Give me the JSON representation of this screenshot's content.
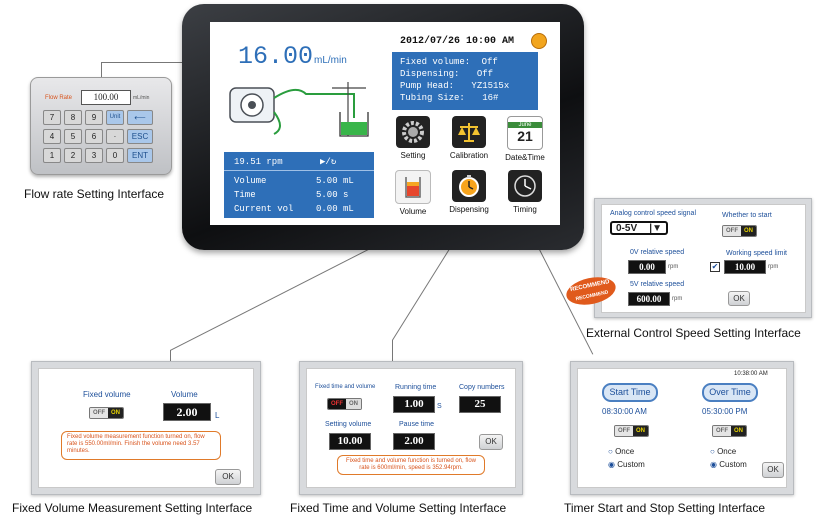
{
  "tablet": {
    "flow_value": "16.00",
    "flow_unit": "mL/min",
    "datetime": "2012/07/26 10:00 AM",
    "status": [
      {
        "label": "Fixed volume:",
        "value": "Off"
      },
      {
        "label": "Dispensing:",
        "value": "Off"
      },
      {
        "label": "Pump Head:",
        "value": "YZ1515x"
      },
      {
        "label": "Tubing Size:",
        "value": "16#"
      }
    ],
    "rpm": "19.51 rpm",
    "direction": "▶/↻",
    "readouts": [
      {
        "label": "Volume",
        "value": "5.00 mL"
      },
      {
        "label": "Time",
        "value": "5.00 s"
      },
      {
        "label": "Current vol",
        "value": "0.00 mL"
      }
    ],
    "icons": [
      {
        "name": "gear-icon",
        "label": "Setting"
      },
      {
        "name": "scale-icon",
        "label": "Calibration"
      },
      {
        "name": "calendar-icon",
        "label": "Date&Time",
        "month": "June",
        "day": "21"
      },
      {
        "name": "beaker-icon",
        "label": "Volume"
      },
      {
        "name": "stopwatch-icon",
        "label": "Dispensing"
      },
      {
        "name": "clock-icon",
        "label": "Timing"
      }
    ]
  },
  "keypad": {
    "field_label": "Flow Rate",
    "field_value": "100.00",
    "field_unit": "mL/min",
    "rows": [
      [
        "7",
        "8",
        "9",
        "Unit"
      ],
      [
        "4",
        "5",
        "6",
        "·",
        "ESC"
      ],
      [
        "1",
        "2",
        "3",
        "0",
        "ENT"
      ]
    ],
    "caption": "Flow rate Setting Interface"
  },
  "external": {
    "signal_label": "Analog control speed signal",
    "signal_value": "0-5V",
    "start_label": "Whether to start",
    "toggle_off": "OFF",
    "toggle_on": "ON",
    "v0_label": "0V relative speed",
    "v0_value": "0.00",
    "limit_label": "Working speed limit",
    "limit_value": "10.00",
    "v5_label": "5V relative speed",
    "v5_value": "600.00",
    "unit": "rpm",
    "ok": "OK",
    "badge_top": "RECOMMEND",
    "badge_bottom": "RECOMMEND",
    "caption": "External Control Speed Setting Interface"
  },
  "fixed_volume": {
    "mode_label": "Fixed volume",
    "volume_label": "Volume",
    "toggle_off": "OFF",
    "toggle_on": "ON",
    "volume_value": "2.00",
    "volume_unit": "L",
    "note": "Fixed volume measurement function turned on, flow rate is 550.00ml/min. Finish the volume need 3.57 minutes.",
    "ok": "OK",
    "caption": "Fixed Volume Measurement Setting Interface"
  },
  "fixed_time": {
    "mode_label": "Fixed time and volume",
    "toggle_off": "OFF",
    "toggle_on": "ON",
    "running_label": "Running time",
    "running_value": "1.00",
    "running_unit": "S",
    "copy_label": "Copy numbers",
    "copy_value": "25",
    "setting_label": "Setting volume",
    "setting_value": "10.00",
    "pause_label": "Pause time",
    "pause_value": "2.00",
    "ok": "OK",
    "note": "Fixed time and volume function is turned on, flow rate is 600ml/min, speed is 352.94rpm.",
    "caption": "Fixed Time and Volume Setting Interface"
  },
  "timer": {
    "clock": "10:38:00 AM",
    "start_label": "Start Time",
    "over_label": "Over Time",
    "start_time": "08:30:00 AM",
    "over_time": "05:30:00 PM",
    "toggle_off": "OFF",
    "toggle_on": "ON",
    "once": "Once",
    "custom": "Custom",
    "ok": "OK",
    "caption": "Timer Start and Stop Setting Interface"
  }
}
